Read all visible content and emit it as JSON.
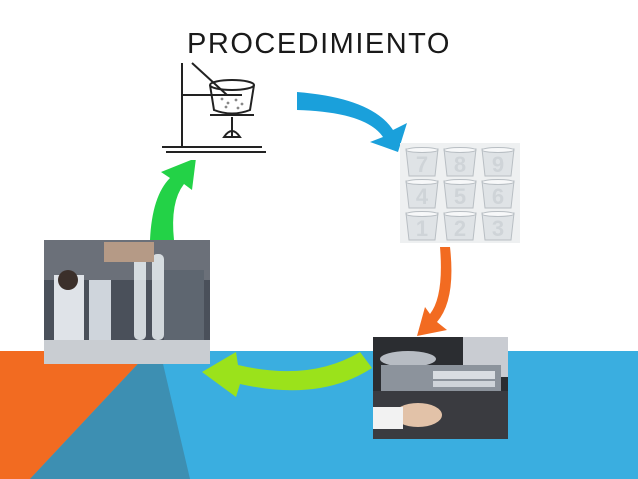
{
  "slide": {
    "title": "PROCEDIMIENTO"
  },
  "colors": {
    "arrow_blue": "#1aa0db",
    "arrow_orange": "#f26b21",
    "arrow_lime": "#9be21b",
    "arrow_green": "#23d247",
    "band_blue": "#3aaee0",
    "band_orange": "#f26b21",
    "band_steel": "#3d8fb2"
  },
  "steps": [
    {
      "id": "apparatus",
      "icon": "heating-apparatus-image"
    },
    {
      "id": "glasses",
      "icon": "numbered-glasses-image",
      "digits": [
        "7",
        "8",
        "9",
        "4",
        "5",
        "6",
        "1",
        "2",
        "3"
      ]
    },
    {
      "id": "balance",
      "icon": "balance-scale-photo"
    },
    {
      "id": "lab",
      "icon": "lab-test-tube-photo"
    }
  ]
}
